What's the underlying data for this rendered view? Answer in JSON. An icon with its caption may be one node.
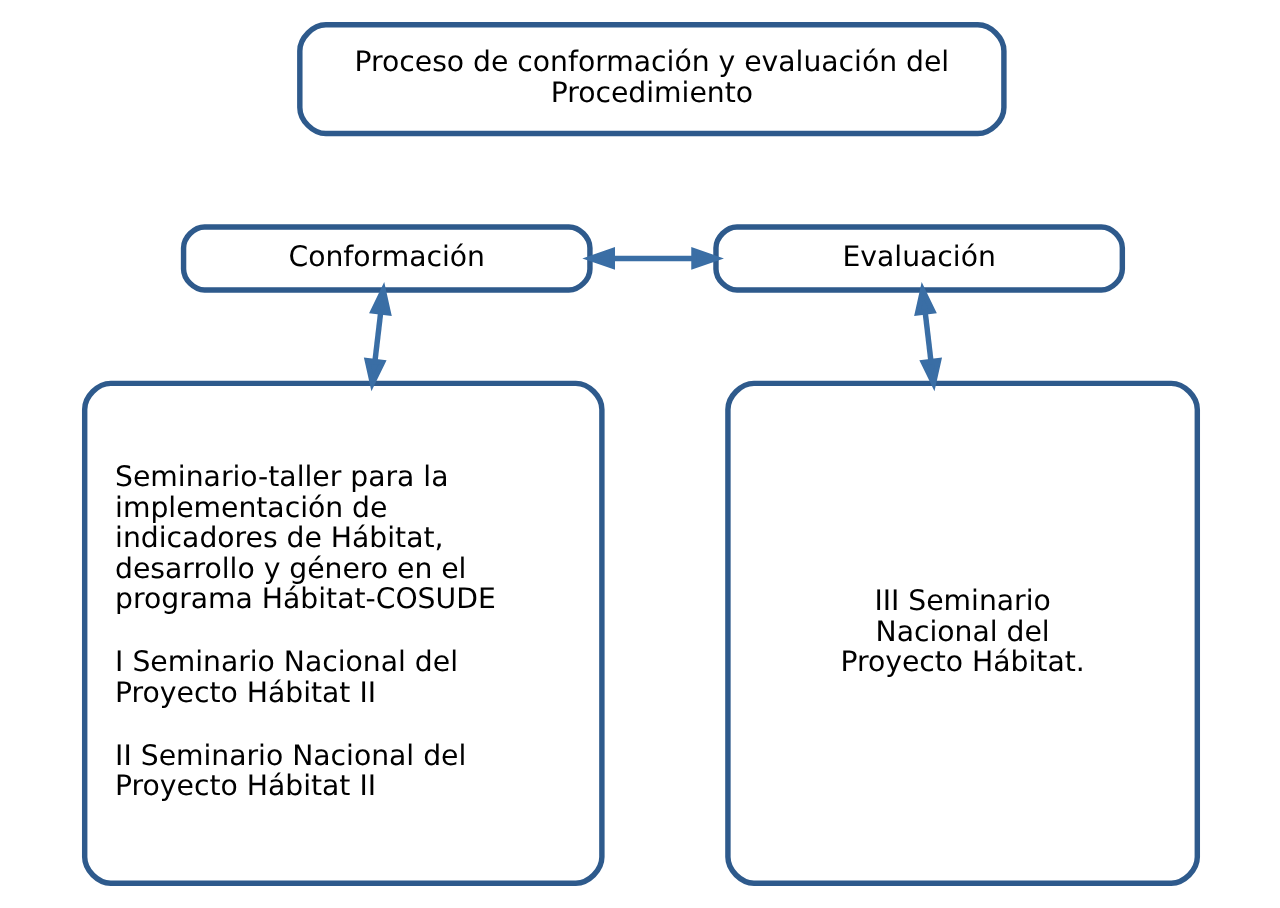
{
  "diagram": {
    "nodes": [
      {
        "text": [
          "Proceso de conformación y evaluación del Procedimiento"
        ]
      },
      {
        "text": [
          "Conformación"
        ]
      },
      {
        "text": [
          "Evaluación"
        ]
      },
      {
        "text": [
          "Seminario-taller para la implementación de indicadores de Hábitat, desarrollo y género en el programa Hábitat-COSUDE",
          "I Seminario Nacional del Proyecto Hábitat II",
          "II Seminario Nacional del Proyecto Hábitat II"
        ]
      },
      {
        "text": [
          "III Seminario Nacional del Proyecto Hábitat."
        ]
      }
    ],
    "edges": [
      {
        "from": 1,
        "to": 2,
        "arrow": "both"
      },
      {
        "from": 1,
        "to": 3,
        "arrow": "both"
      },
      {
        "from": 2,
        "to": 4,
        "arrow": "both"
      }
    ]
  }
}
